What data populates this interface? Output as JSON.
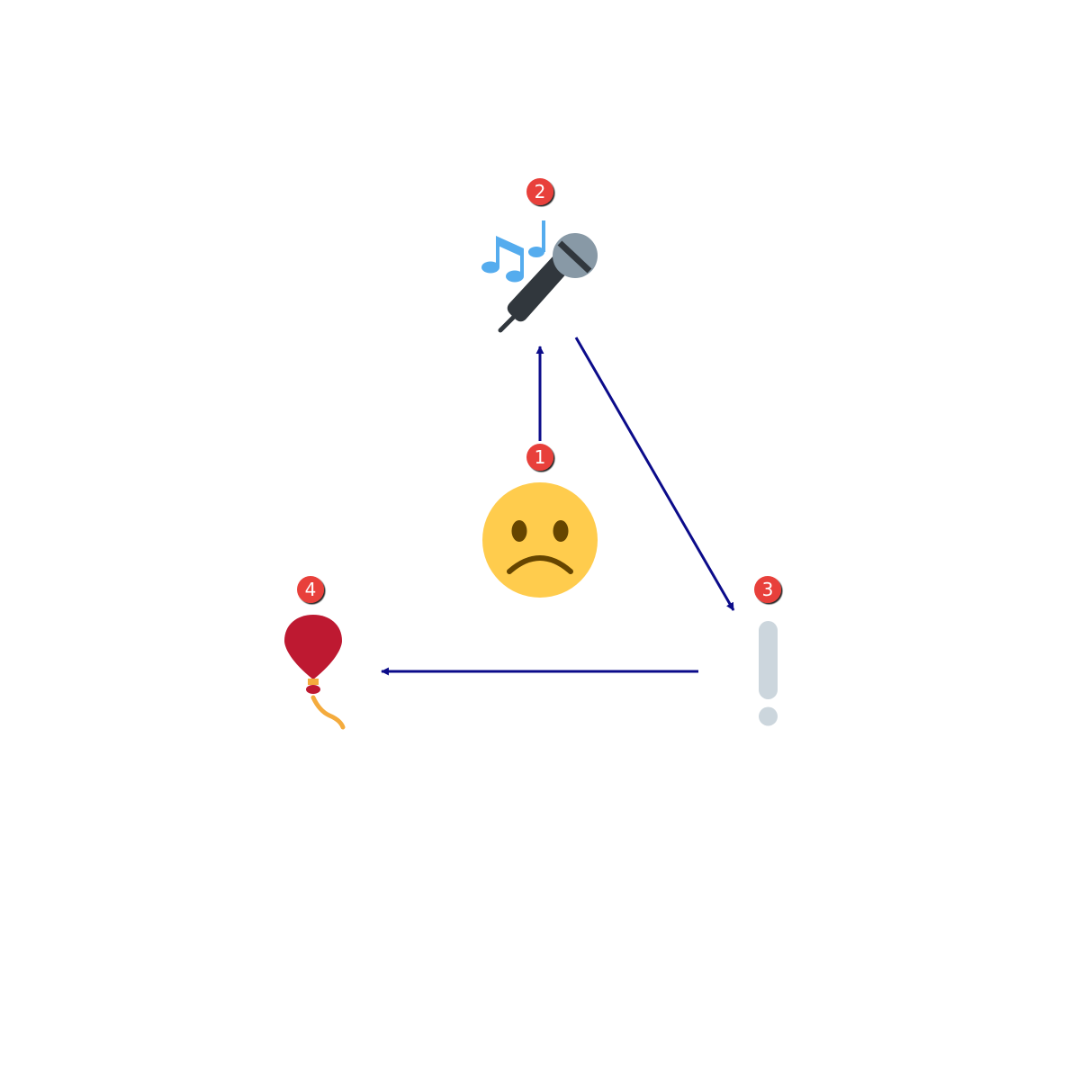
{
  "diagram": {
    "arrow_color": "#0b0b8a",
    "badge_color": "#e8403a",
    "nodes": [
      {
        "id": "1",
        "badge": "1",
        "icon": "frowning-face-icon"
      },
      {
        "id": "2",
        "badge": "2",
        "icon": "microphone-with-music-notes-icon"
      },
      {
        "id": "3",
        "badge": "3",
        "icon": "exclamation-mark-icon"
      },
      {
        "id": "4",
        "badge": "4",
        "icon": "red-balloon-icon"
      }
    ],
    "edges": [
      {
        "from": "1",
        "to": "2"
      },
      {
        "from": "2",
        "to": "3"
      },
      {
        "from": "3",
        "to": "4"
      }
    ]
  }
}
